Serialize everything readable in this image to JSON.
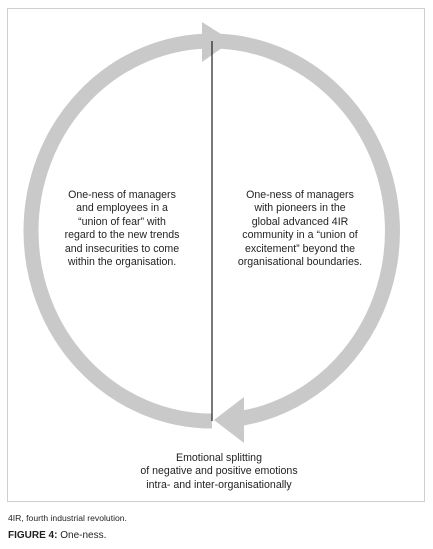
{
  "colors": {
    "arrow": "#c9c9c9",
    "divider": "#231f20",
    "frame": "#cfcfcf",
    "text": "#231f20"
  },
  "diagram": {
    "left_text": [
      "One-ness of managers",
      "and employees in a",
      "“union of fear” with",
      "regard to the new trends",
      "and insecurities to come",
      "within the organisation."
    ],
    "right_text": [
      "One-ness of managers",
      "with pioneers in the",
      "global advanced 4IR",
      "community in a “union of",
      "excitement” beyond the",
      "organisational boundaries."
    ],
    "bottom_text": [
      "Emotional splitting",
      "of negative and positive emotions",
      "intra- and inter-organisationally"
    ]
  },
  "footnote": "4IR, fourth industrial revolution.",
  "caption": {
    "label": "FIGURE 4:",
    "title": "One-ness."
  }
}
